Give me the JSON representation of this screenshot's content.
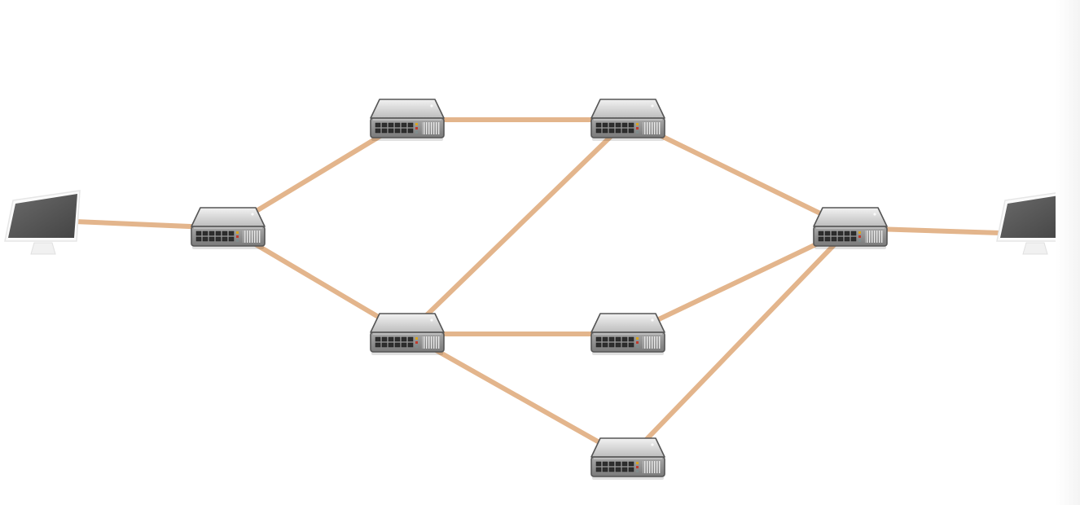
{
  "diagram": {
    "link_color": "#e3b58c",
    "router_body_color": "#8f8f8f",
    "router_top_color": "#dcdcdc",
    "monitor_screen_color": "#555555",
    "nodes": [
      {
        "id": "host-left",
        "kind": "computer"
      },
      {
        "id": "router-1",
        "kind": "router"
      },
      {
        "id": "router-2",
        "kind": "router"
      },
      {
        "id": "router-3",
        "kind": "router"
      },
      {
        "id": "router-4",
        "kind": "router"
      },
      {
        "id": "router-5",
        "kind": "router"
      },
      {
        "id": "router-6",
        "kind": "router"
      },
      {
        "id": "router-7",
        "kind": "router"
      },
      {
        "id": "host-right",
        "kind": "computer"
      }
    ],
    "links": [
      {
        "from": "host-left",
        "to": "router-1"
      },
      {
        "from": "router-1",
        "to": "router-2"
      },
      {
        "from": "router-1",
        "to": "router-3"
      },
      {
        "from": "router-2",
        "to": "router-4"
      },
      {
        "from": "router-3",
        "to": "router-4"
      },
      {
        "from": "router-3",
        "to": "router-5"
      },
      {
        "from": "router-3",
        "to": "router-6"
      },
      {
        "from": "router-4",
        "to": "router-7"
      },
      {
        "from": "router-5",
        "to": "router-7"
      },
      {
        "from": "router-6",
        "to": "router-7"
      },
      {
        "from": "router-7",
        "to": "host-right"
      }
    ]
  }
}
